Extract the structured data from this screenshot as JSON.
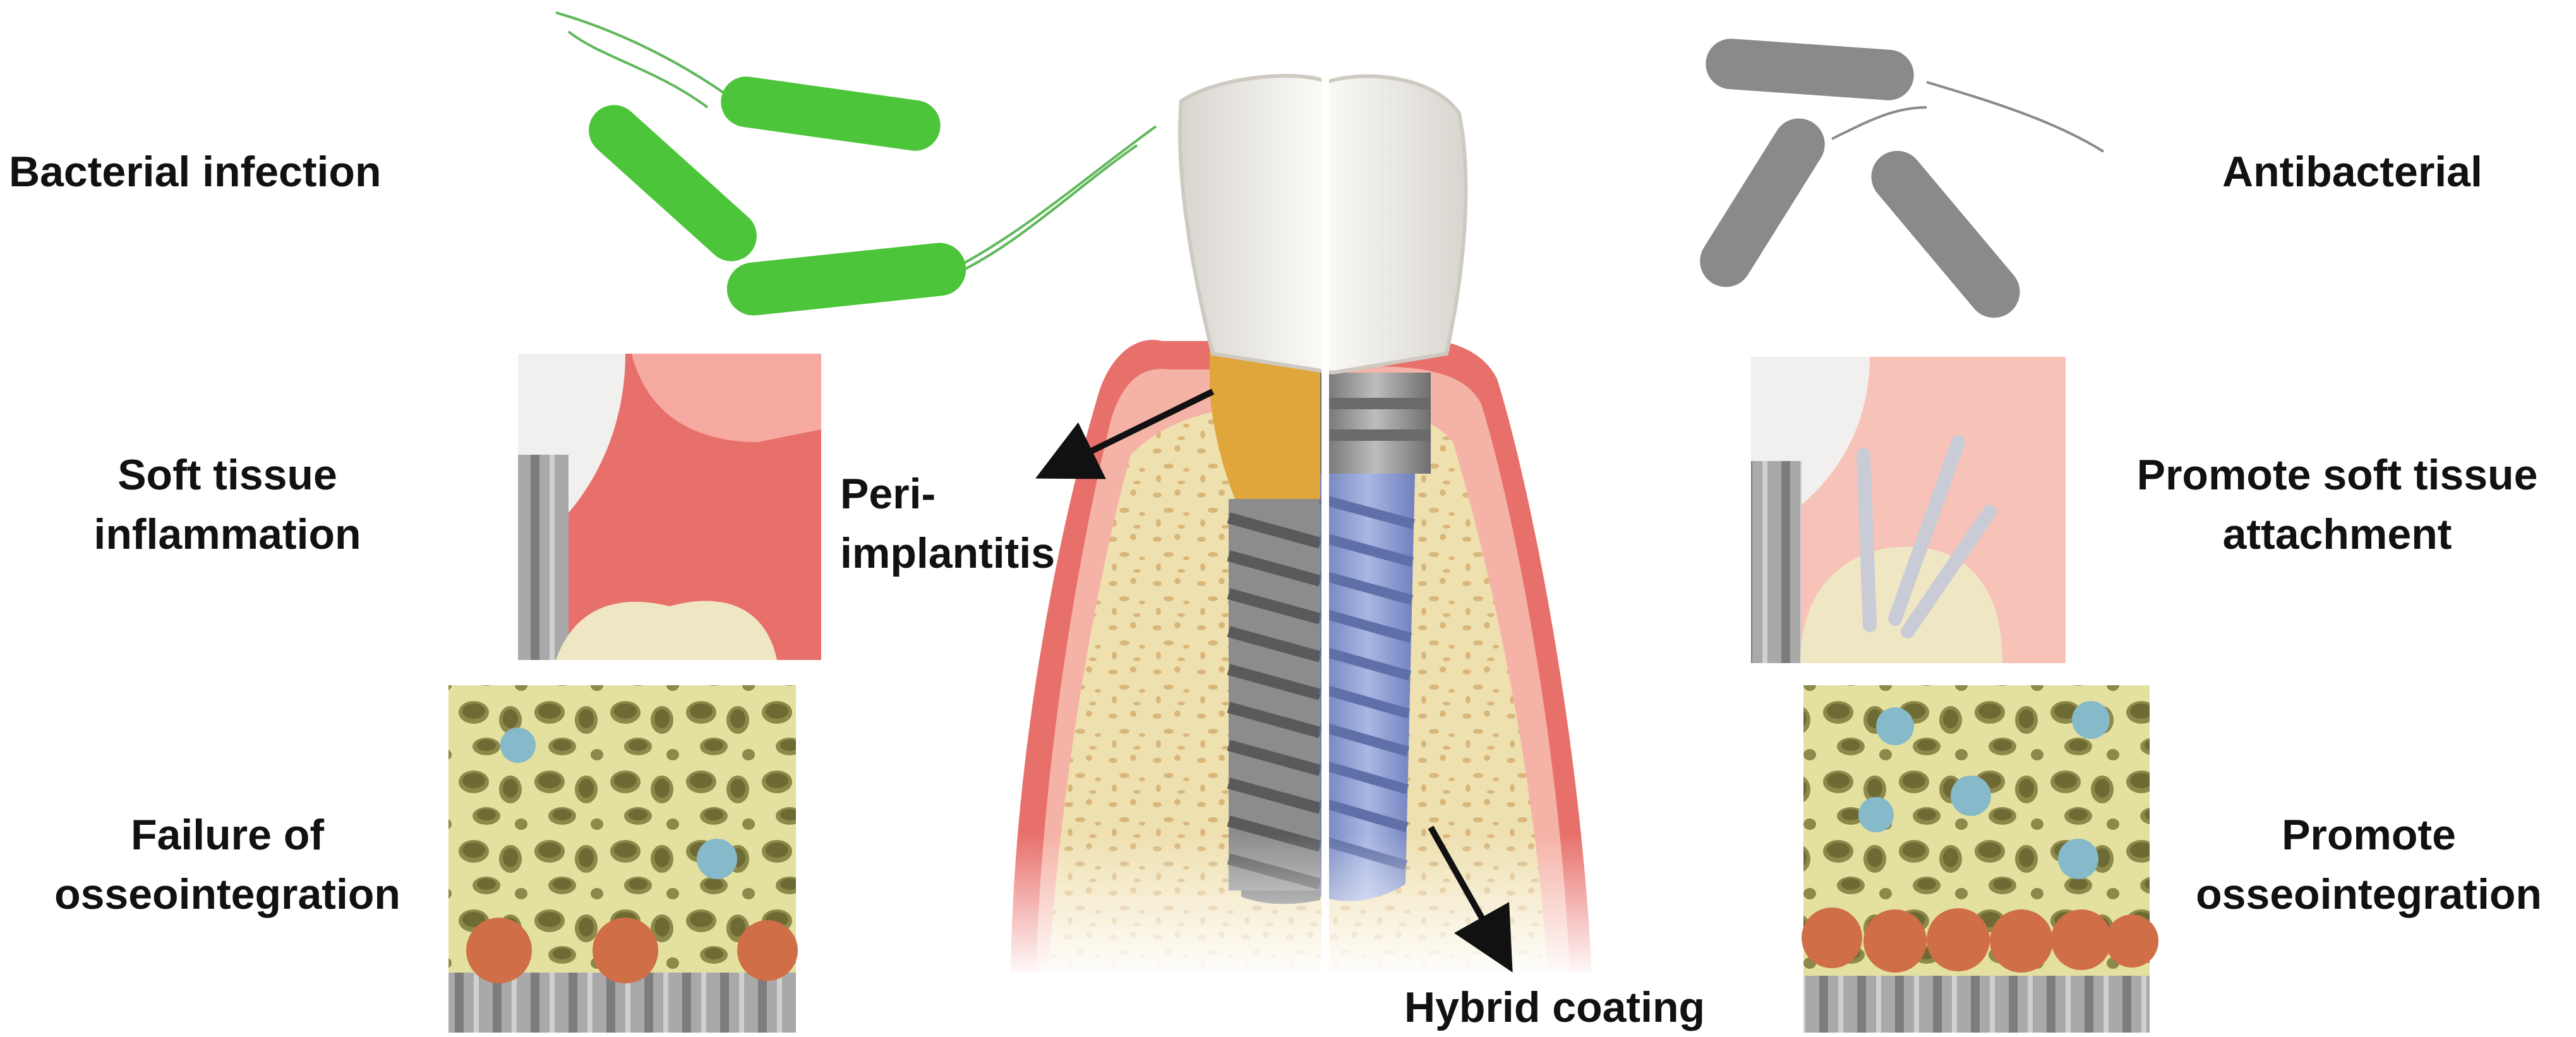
{
  "left_labels": {
    "bacterial": "Bacterial infection",
    "soft_tissue": [
      "Soft tissue",
      "inflammation"
    ],
    "osseo": [
      "Failure of",
      "osseointegration"
    ]
  },
  "right_labels": {
    "bacterial": "Antibacterial",
    "soft_tissue": [
      "Promote soft tissue",
      "attachment"
    ],
    "osseo": [
      "Promote",
      "osseointegration"
    ]
  },
  "center_labels": {
    "periimplantitis": [
      "Peri-",
      "implantitis"
    ],
    "coating": "Hybrid coating"
  },
  "colors": {
    "gum": "#e8706b",
    "gum_light": "#f5b2a6",
    "bone": "#efe0b0",
    "bone_dots": "#d9b77a",
    "crown": "#f3f1ec",
    "abutment": "#8c8c8c",
    "plaque": "#e0a63b",
    "coating": "#8e9fd6",
    "bacteria_green": "#4cc53a",
    "bacteria_grey": "#8a8a8a",
    "osteoblast": "#cf6e47",
    "cell_blue": "#86b9c9"
  }
}
